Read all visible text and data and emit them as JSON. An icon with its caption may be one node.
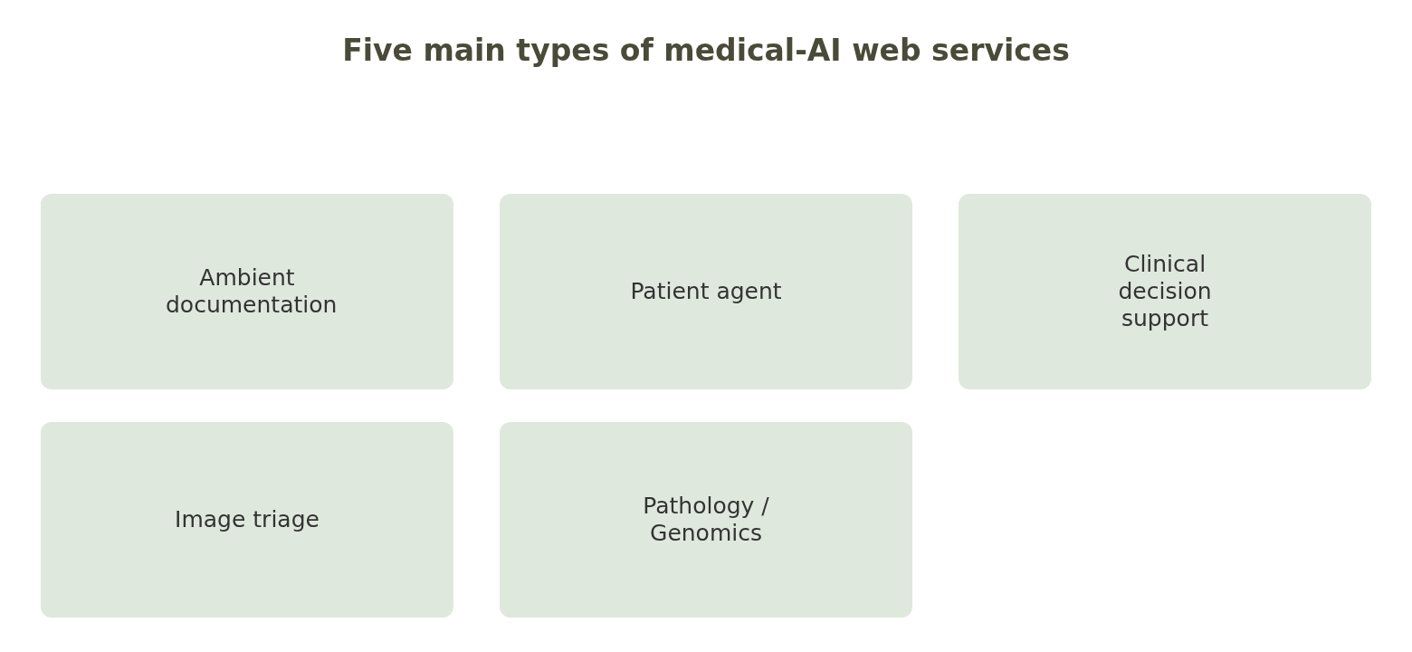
{
  "diagram": {
    "title": "Five main types of medical-AI web services",
    "nodes": [
      {
        "text": [
          "Ambient documentation"
        ]
      },
      {
        "text": [
          "Patient agent"
        ]
      },
      {
        "text": [
          "Clinical decision support"
        ]
      },
      {
        "text": [
          "Image triage"
        ]
      },
      {
        "text": [
          "Pathology / Genomics"
        ]
      }
    ],
    "edges": []
  }
}
